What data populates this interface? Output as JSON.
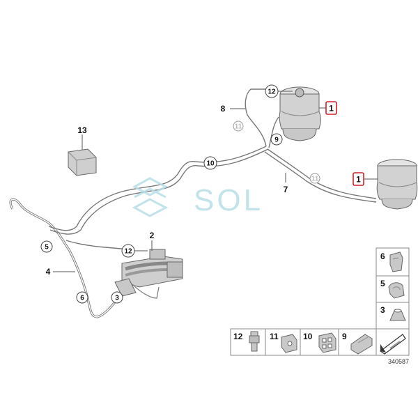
{
  "diagram": {
    "callouts": {
      "p1_upper": "1",
      "p1_lower": "1",
      "p2": "2",
      "p3": "3",
      "p4": "4",
      "p5": "5",
      "p6": "6",
      "p7": "7",
      "p8": "8",
      "p9": "9",
      "p10": "10",
      "p11_upper": "11",
      "p11_lower": "11",
      "p12_upper": "12",
      "p12_lower": "12",
      "p13": "13"
    },
    "parts_index": [
      {
        "number": "6",
        "enabled": true
      },
      {
        "number": "5",
        "enabled": true
      },
      {
        "number": "3",
        "enabled": true
      },
      {
        "number": "12",
        "enabled": true
      },
      {
        "number": "11",
        "enabled": false
      },
      {
        "number": "10",
        "enabled": true
      },
      {
        "number": "9",
        "enabled": true
      }
    ],
    "reference_number": "340587",
    "watermark": "SOL",
    "colors": {
      "line": "#777777",
      "part_fill": "#d6d6d6",
      "highlight_border": "#d0202a",
      "watermark": "#b8dfe6"
    }
  }
}
